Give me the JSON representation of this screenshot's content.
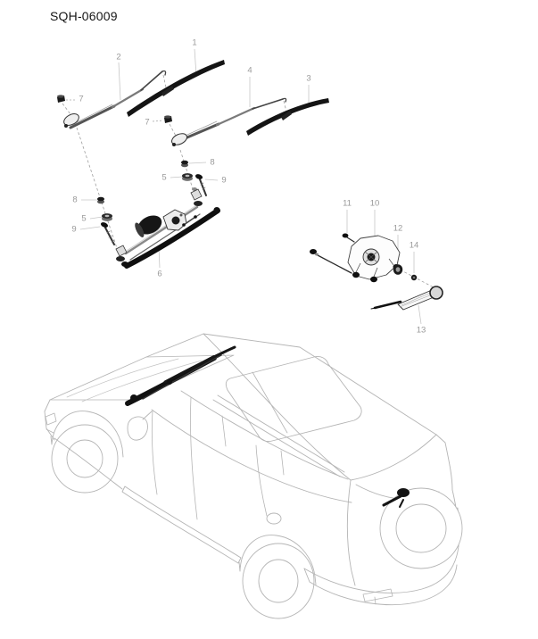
{
  "page": {
    "title": "SQH-06009"
  },
  "diagram": {
    "kind": "exploded-parts-diagram",
    "subject": "windshield-wiper-system",
    "callouts": {
      "1": "1",
      "2": "2",
      "3": "3",
      "4": "4",
      "5": "5",
      "6": "6",
      "7": "7",
      "8": "8",
      "9": "9",
      "10": "10",
      "11": "11",
      "12": "12",
      "13": "13",
      "14": "14"
    }
  }
}
